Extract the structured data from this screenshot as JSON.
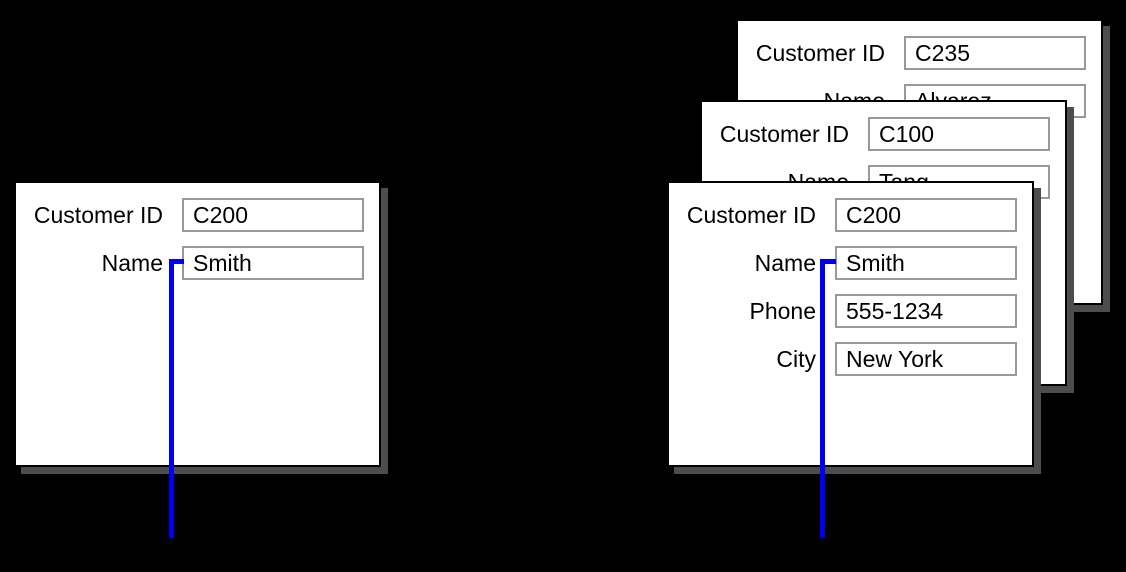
{
  "background": "#000000",
  "colors": {
    "background": "#000000",
    "card_bg": "#ffffff",
    "card_border": "#000000",
    "field_border": "#999999",
    "shadow": "#4d4d4d",
    "connector": "#0000ee",
    "text": "#000000"
  },
  "cards": {
    "left": {
      "fields": [
        {
          "label": "Customer ID",
          "value": "C200"
        },
        {
          "label": "Name",
          "value": "Smith"
        }
      ]
    },
    "back": {
      "fields": [
        {
          "label": "Customer ID",
          "value": "C235"
        },
        {
          "label": "Name",
          "value": "Alvarez"
        }
      ]
    },
    "middle": {
      "fields": [
        {
          "label": "Customer ID",
          "value": "C100"
        },
        {
          "label": "Name",
          "value": "Tang"
        }
      ]
    },
    "front": {
      "fields": [
        {
          "label": "Customer ID",
          "value": "C200"
        },
        {
          "label": "Name",
          "value": "Smith"
        },
        {
          "label": "Phone",
          "value": "555-1234"
        },
        {
          "label": "City",
          "value": "New York"
        }
      ]
    }
  },
  "connectors": [
    {
      "id": "left-name-connector"
    },
    {
      "id": "right-name-connector"
    }
  ]
}
